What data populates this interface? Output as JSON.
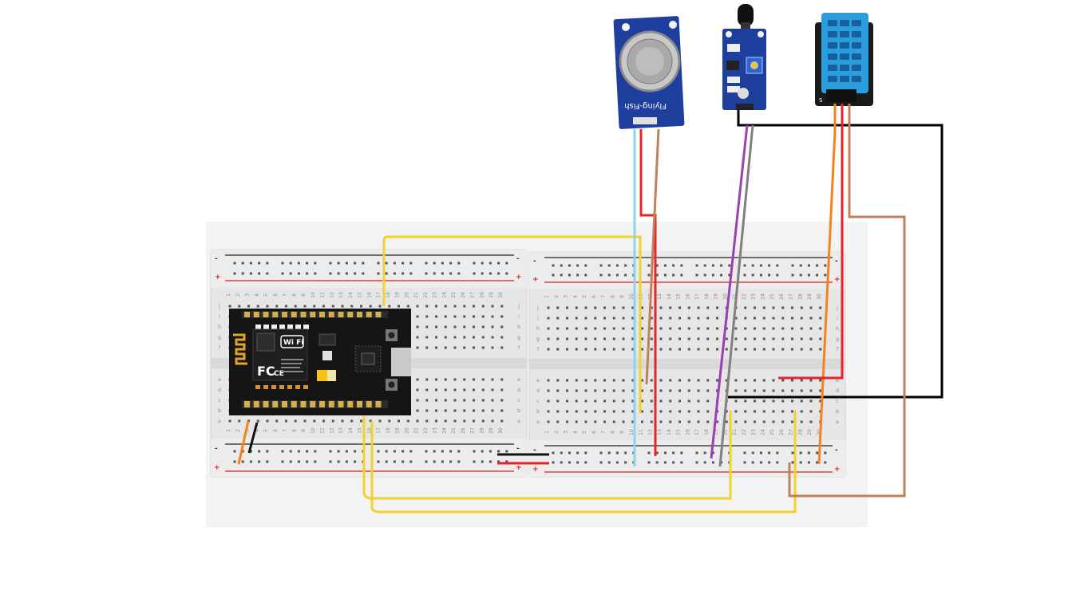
{
  "breadboard_left": {
    "column_numbers": [
      "1",
      "2",
      "3",
      "4",
      "5",
      "6",
      "7",
      "8",
      "9",
      "10",
      "11",
      "12",
      "13",
      "14",
      "15",
      "16",
      "17",
      "18",
      "19",
      "20",
      "21",
      "22",
      "23",
      "24",
      "25",
      "26",
      "27",
      "28",
      "29",
      "30"
    ],
    "row_labels_top": [
      "j",
      "i",
      "h",
      "g",
      "f"
    ],
    "row_labels_bottom": [
      "e",
      "d",
      "c",
      "b",
      "a"
    ],
    "rail_minus": "-",
    "rail_plus": "+"
  },
  "breadboard_right": {
    "column_numbers": [
      "1",
      "2",
      "3",
      "4",
      "5",
      "6",
      "7",
      "8",
      "9",
      "10",
      "11",
      "12",
      "13",
      "14",
      "15",
      "16",
      "17",
      "18",
      "19",
      "20",
      "21",
      "22",
      "23",
      "24",
      "25",
      "26",
      "27",
      "28",
      "29",
      "30"
    ],
    "row_labels_top": [
      "j",
      "i",
      "h",
      "g",
      "f"
    ],
    "row_labels_bottom": [
      "e",
      "d",
      "c",
      "b",
      "a"
    ],
    "rail_minus": "-",
    "rail_plus": "+"
  },
  "nodemcu": {
    "silk_wifi": "Wi Fi",
    "silk_fc": "FC",
    "silk_ce": "CE"
  },
  "gas_sensor": {
    "silk": "Flying-Fish"
  },
  "dht_sensor": {
    "pin_label": "S"
  },
  "colors": {
    "wire_black": "#000000",
    "wire_red": "#e8232a",
    "wire_yellow": "#f2d22e",
    "wire_brown": "#c0805a",
    "wire_orange": "#f5821f",
    "wire_lightblue": "#8fd3ea",
    "wire_purple": "#9b3fb5",
    "wire_gray": "#808080",
    "pcb_blue": "#1f3f9e",
    "dht_blue": "#2a9fe0",
    "board_bg": "#f3f3f3"
  }
}
